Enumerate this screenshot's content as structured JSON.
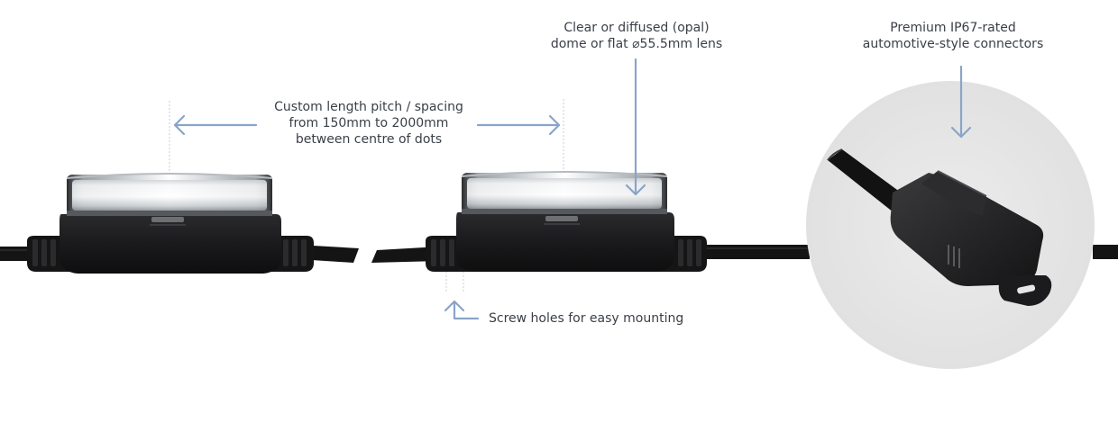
{
  "annotations": {
    "pitch": {
      "lines": [
        "Custom length pitch / spacing",
        "from 150mm to 2000mm",
        "between centre of dots"
      ]
    },
    "lens": {
      "lines": [
        "Clear or diffused (opal)",
        "dome or flat ⌀55.5mm lens"
      ]
    },
    "connectors": {
      "lines": [
        "Premium IP67-rated",
        "automotive-style connectors"
      ]
    },
    "screw": {
      "text": "Screw holes for easy mounting"
    }
  },
  "colors": {
    "arrow": "#8aa4c8",
    "housing": "#1c1c1e",
    "cable": "#161616",
    "lens": "#e9ecee",
    "connector_backdrop": "#e6e6e6",
    "text": "#3a3f47"
  },
  "icons": [
    "arrow-left-icon",
    "arrow-right-icon",
    "arrow-down-icon",
    "arrow-up-icon"
  ]
}
